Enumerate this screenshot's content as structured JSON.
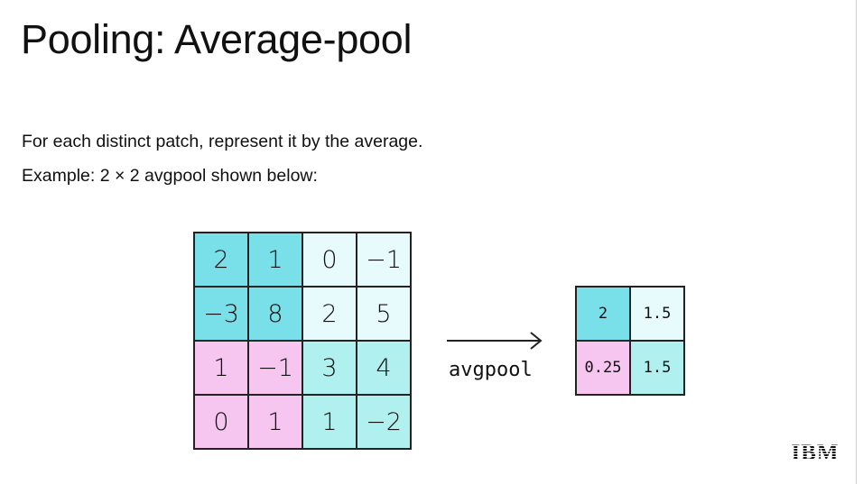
{
  "slide": {
    "title": "Pooling: Average-pool",
    "line1": "For each distinct patch, represent it by the average.",
    "line2": "Example: 2 × 2 avgpool shown below:",
    "operator_label": "avgpool",
    "logo_text": "IBM"
  },
  "input_matrix": {
    "values": [
      [
        "2",
        "1",
        "0",
        "−1"
      ],
      [
        "−3",
        "8",
        "2",
        "5"
      ],
      [
        "1",
        "−1",
        "3",
        "4"
      ],
      [
        "0",
        "1",
        "1",
        "−2"
      ]
    ],
    "quadrant_colors": {
      "top_left": "#79dfe9",
      "top_right": "#e7fbfc",
      "bottom_left": "#f6c6f1",
      "bottom_right": "#b0f1ef"
    }
  },
  "output_matrix": {
    "values": [
      [
        "2",
        "1.5"
      ],
      [
        "0.25",
        "1.5"
      ]
    ],
    "cell_colors": [
      [
        "#79dfe9",
        "#e7fbfc"
      ],
      [
        "#f6c6f1",
        "#b0f1ef"
      ]
    ]
  },
  "colors": {
    "text": "#111111",
    "grid_line": "#222222",
    "background": "#ffffff"
  }
}
